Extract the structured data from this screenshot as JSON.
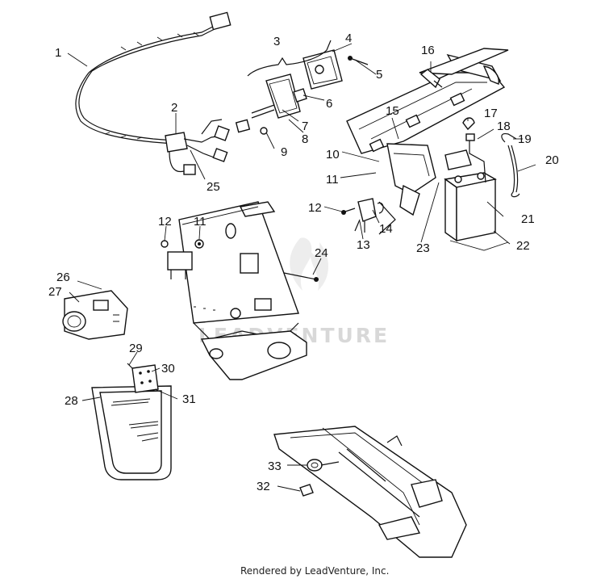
{
  "watermark": "LEADVENTURE",
  "footer": "Rendered by LeadVenture, Inc.",
  "callouts": [
    "1",
    "2",
    "3",
    "4",
    "5",
    "6",
    "7",
    "8",
    "9",
    "10",
    "11",
    "11",
    "12",
    "12",
    "13",
    "14",
    "15",
    "16",
    "17",
    "18",
    "19",
    "20",
    "21",
    "22",
    "23",
    "24",
    "25",
    "26",
    "27",
    "28",
    "29",
    "30",
    "31",
    "32",
    "33"
  ]
}
